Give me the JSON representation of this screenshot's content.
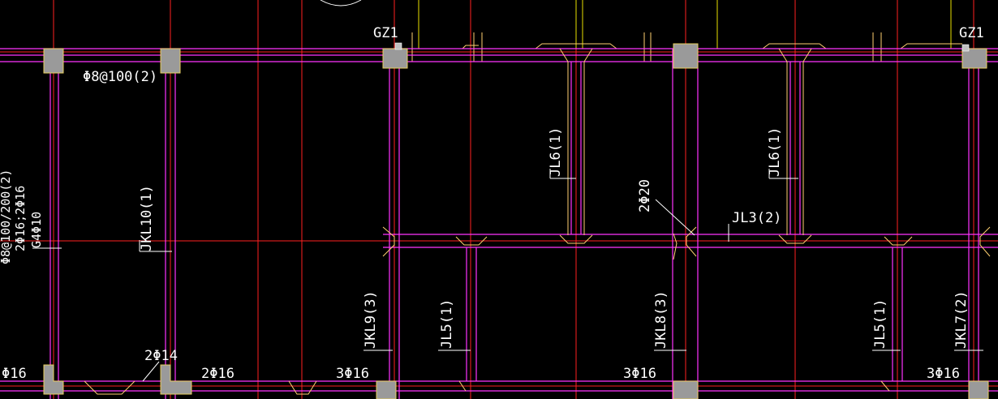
{
  "labels": {
    "gz1_left": "GZ1",
    "gz1_right": "GZ1",
    "stirrup_top": "Φ8@100(2)",
    "left_edge_1": "Φ8@100/200(2)",
    "left_edge_2": "2Φ16;2Φ16",
    "left_edge_3": "G4Φ10",
    "jkl10": "JKL10(1)",
    "jl6_a": "JL6(1)",
    "jl6_b": "JL6(1)",
    "rebar_2phi20": "2Φ20",
    "jl3": "JL3(2)",
    "jkl9": "JKL9(3)",
    "jl5_a": "JL5(1)",
    "jkl8": "JKL8(3)",
    "jl5_b": "JL5(1)",
    "jkl7": "JKL7(2)",
    "bottom_phi16": "Φ16",
    "bottom_2phi14": "2Φ14",
    "bottom_2phi16": "2Φ16",
    "bottom_3phi16_a": "3Φ16",
    "bottom_3phi16_b": "3Φ16",
    "bottom_3phi16_c": "3Φ16"
  },
  "colors": {
    "background": "#000000",
    "axis": "#ff2020",
    "beam": "#ff33ff",
    "column": "#9a9a9a",
    "text": "#ffffff",
    "annotation": "#e8e000"
  }
}
